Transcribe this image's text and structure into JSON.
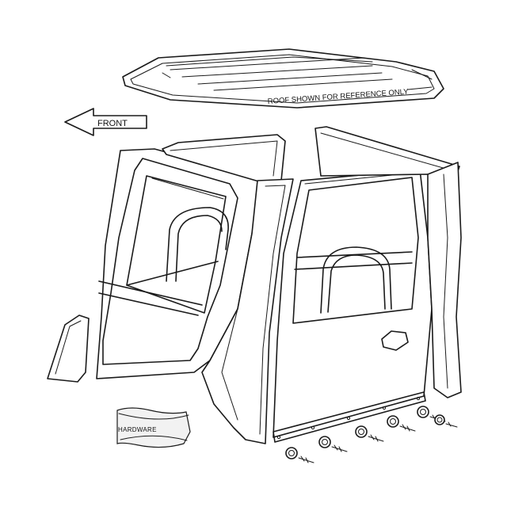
{
  "labels": {
    "roof_note": "ROOF SHOWN FOR REFERENCE ONLY",
    "front": "FRONT",
    "hardware": "HARDWARE"
  },
  "colors": {
    "line": "#1a1a1a",
    "background": "#ffffff"
  }
}
